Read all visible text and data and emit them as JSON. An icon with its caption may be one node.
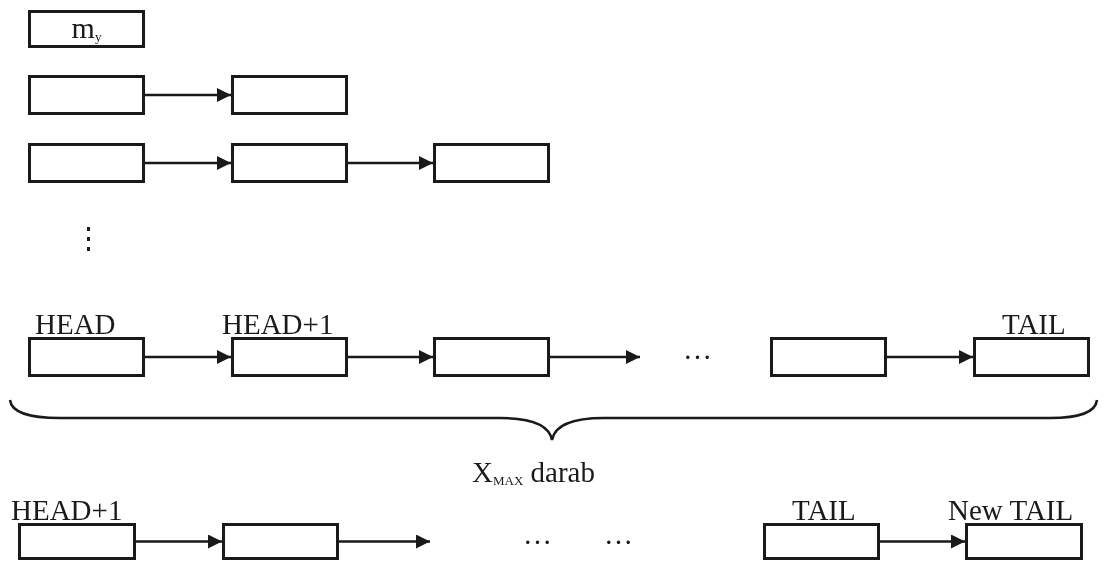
{
  "diagram": {
    "nodes": [
      {
        "text": [
          "m$_{y}$"
        ]
      },
      {
        "text": [],
        "shape": "box"
      },
      {
        "text": [],
        "shape": "box"
      },
      {
        "text": [],
        "shape": "box"
      },
      {
        "text": [],
        "shape": "box"
      },
      {
        "text": [],
        "shape": "box"
      },
      {
        "text": [
          "HEAD"
        ]
      },
      {
        "text": [
          "HEAD+1"
        ]
      },
      {
        "text": [],
        "shape": "box"
      },
      {
        "text": [],
        "shape": "box"
      },
      {
        "text": [
          "TAIL"
        ]
      },
      {
        "text": [
          "HEAD+1"
        ]
      },
      {
        "text": [],
        "shape": "box"
      },
      {
        "text": [
          "TAIL"
        ]
      },
      {
        "text": [
          "New TAIL"
        ]
      }
    ],
    "edges": [
      {
        "from": 1,
        "to": 2,
        "arrow": "to"
      },
      {
        "from": 3,
        "to": 4,
        "arrow": "to"
      },
      {
        "from": 4,
        "to": 5,
        "arrow": "to"
      },
      {
        "from": 6,
        "to": 7,
        "arrow": "to"
      },
      {
        "from": 7,
        "to": 8,
        "arrow": "to"
      },
      {
        "from": 8,
        "to": null,
        "arrow": "to"
      },
      {
        "from": 9,
        "to": 10,
        "arrow": "to"
      },
      {
        "from": 11,
        "to": 12,
        "arrow": "to"
      },
      {
        "from": 12,
        "to": null,
        "arrow": "to"
      },
      {
        "from": 13,
        "to": 14,
        "arrow": "to"
      }
    ],
    "labels": [
      "⋮",
      "…",
      "X$_{MAX}$ darab",
      "…",
      "…"
    ]
  }
}
